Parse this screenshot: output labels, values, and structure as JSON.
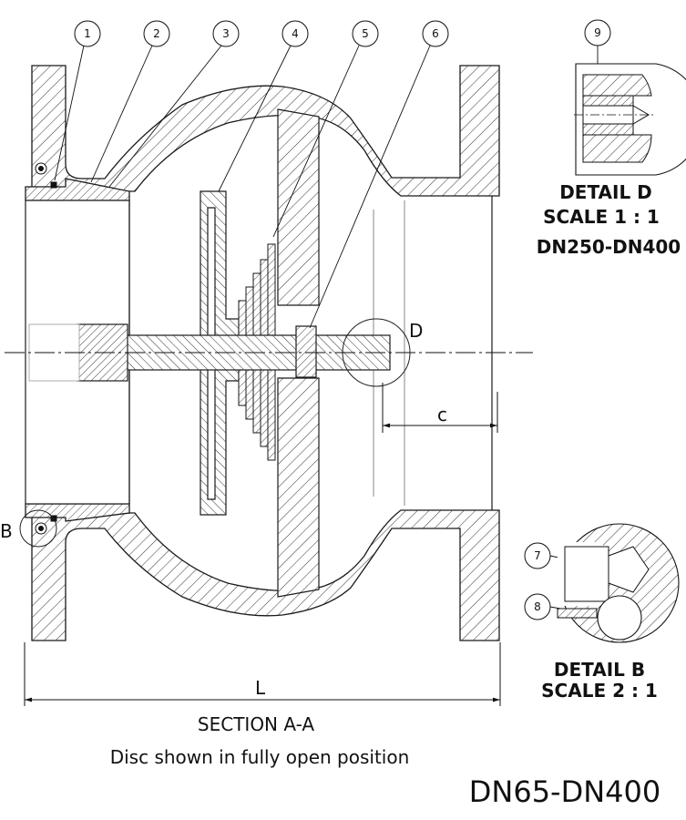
{
  "balloons": [
    {
      "num": "1"
    },
    {
      "num": "2"
    },
    {
      "num": "3"
    },
    {
      "num": "4"
    },
    {
      "num": "5"
    },
    {
      "num": "6"
    },
    {
      "num": "7"
    },
    {
      "num": "8"
    },
    {
      "num": "9"
    }
  ],
  "labels": {
    "detail_d_marker": "D",
    "detail_b_marker": "B",
    "dim_c": "c",
    "dim_L": "L"
  },
  "detail_d": {
    "title": "DETAIL D",
    "scale": "SCALE 1 : 1",
    "range": "DN250-DN400"
  },
  "detail_b": {
    "title": "DETAIL B",
    "scale": "SCALE 2 : 1"
  },
  "section": {
    "title": "SECTION A-A",
    "note": "Disc shown in fully open position"
  },
  "size_range": "DN65-DN400",
  "colors": {
    "line": "#1a1a1a",
    "hatch": "#333333",
    "background": "#ffffff"
  }
}
